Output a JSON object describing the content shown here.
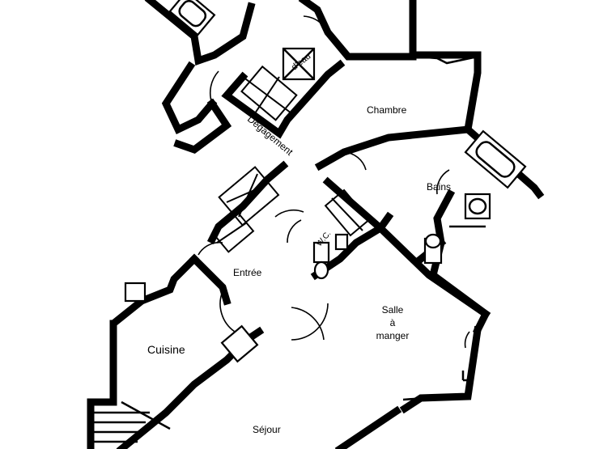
{
  "rooms": {
    "chambre": "Chambre",
    "degagement": "Dégagement",
    "salle_deau": "d'eau",
    "bains": "Bains",
    "wc": "W.C.",
    "entree": "Entrée",
    "salle_a_manger": [
      "Salle",
      "à",
      "manger"
    ],
    "cuisine": "Cuisine",
    "sejour": "Séjour"
  }
}
